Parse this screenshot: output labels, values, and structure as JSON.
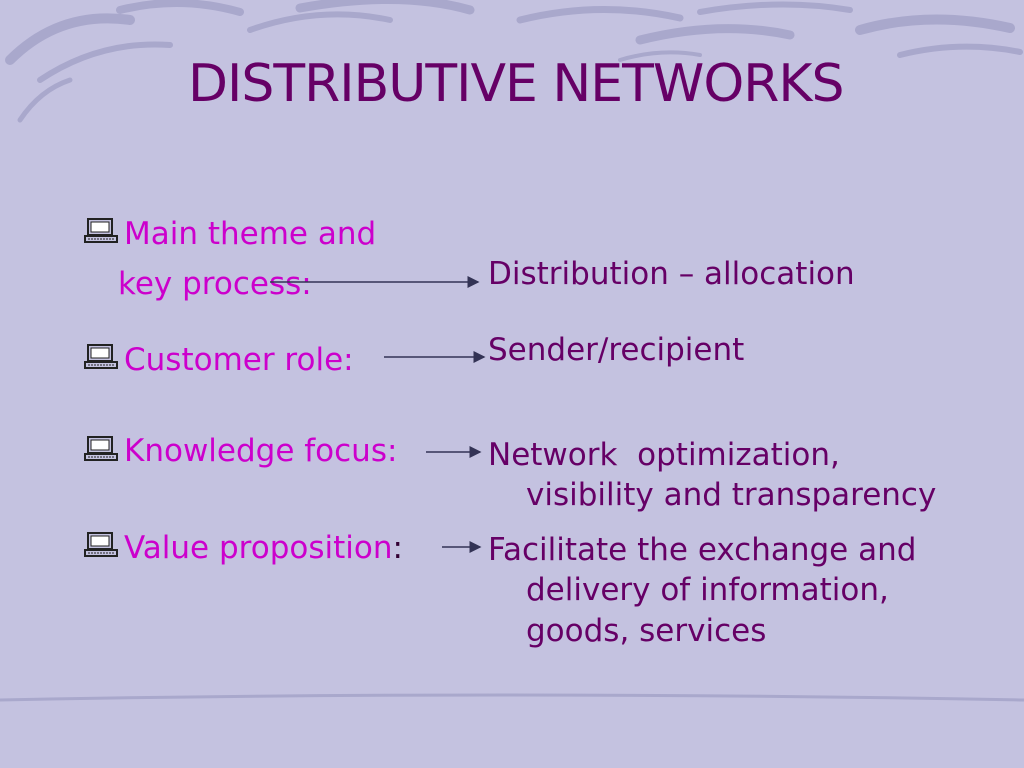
{
  "title": "DISTRIBUTIVE NETWORKS",
  "icon": "computer-icon",
  "colors": {
    "background": "#c4c2e0",
    "title": "#660066",
    "bullet": "#cc00cc",
    "answer": "#660066",
    "arrow": "#333355"
  },
  "rows": [
    {
      "label_line1": "Main theme and",
      "label_line2": "key process:",
      "answer_line1": "Distribution – allocation"
    },
    {
      "label": "Customer role:",
      "answer_line1": "Sender/recipient"
    },
    {
      "label": "Knowledge focus:",
      "answer_line1": "Network  optimization,",
      "answer_line2": "visibility and transparency"
    },
    {
      "label": "Value proposition",
      "label_suffix": ":",
      "answer_line1": "Facilitate the exchange and",
      "answer_line2": "delivery of information,",
      "answer_line3": "goods, services"
    }
  ]
}
